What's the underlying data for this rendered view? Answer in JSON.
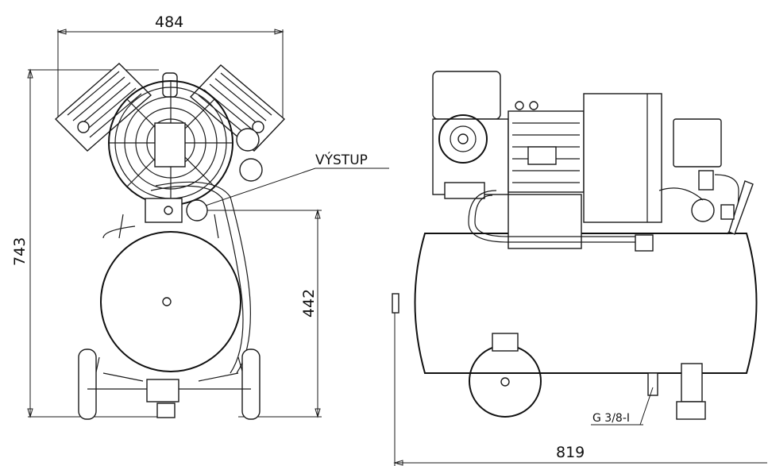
{
  "dimensions": {
    "width_top": "484",
    "height_total": "743",
    "height_outlet": "442",
    "length_tank": "819"
  },
  "labels": {
    "outlet": "VÝSTUP",
    "thread": "G 3/8-I"
  }
}
